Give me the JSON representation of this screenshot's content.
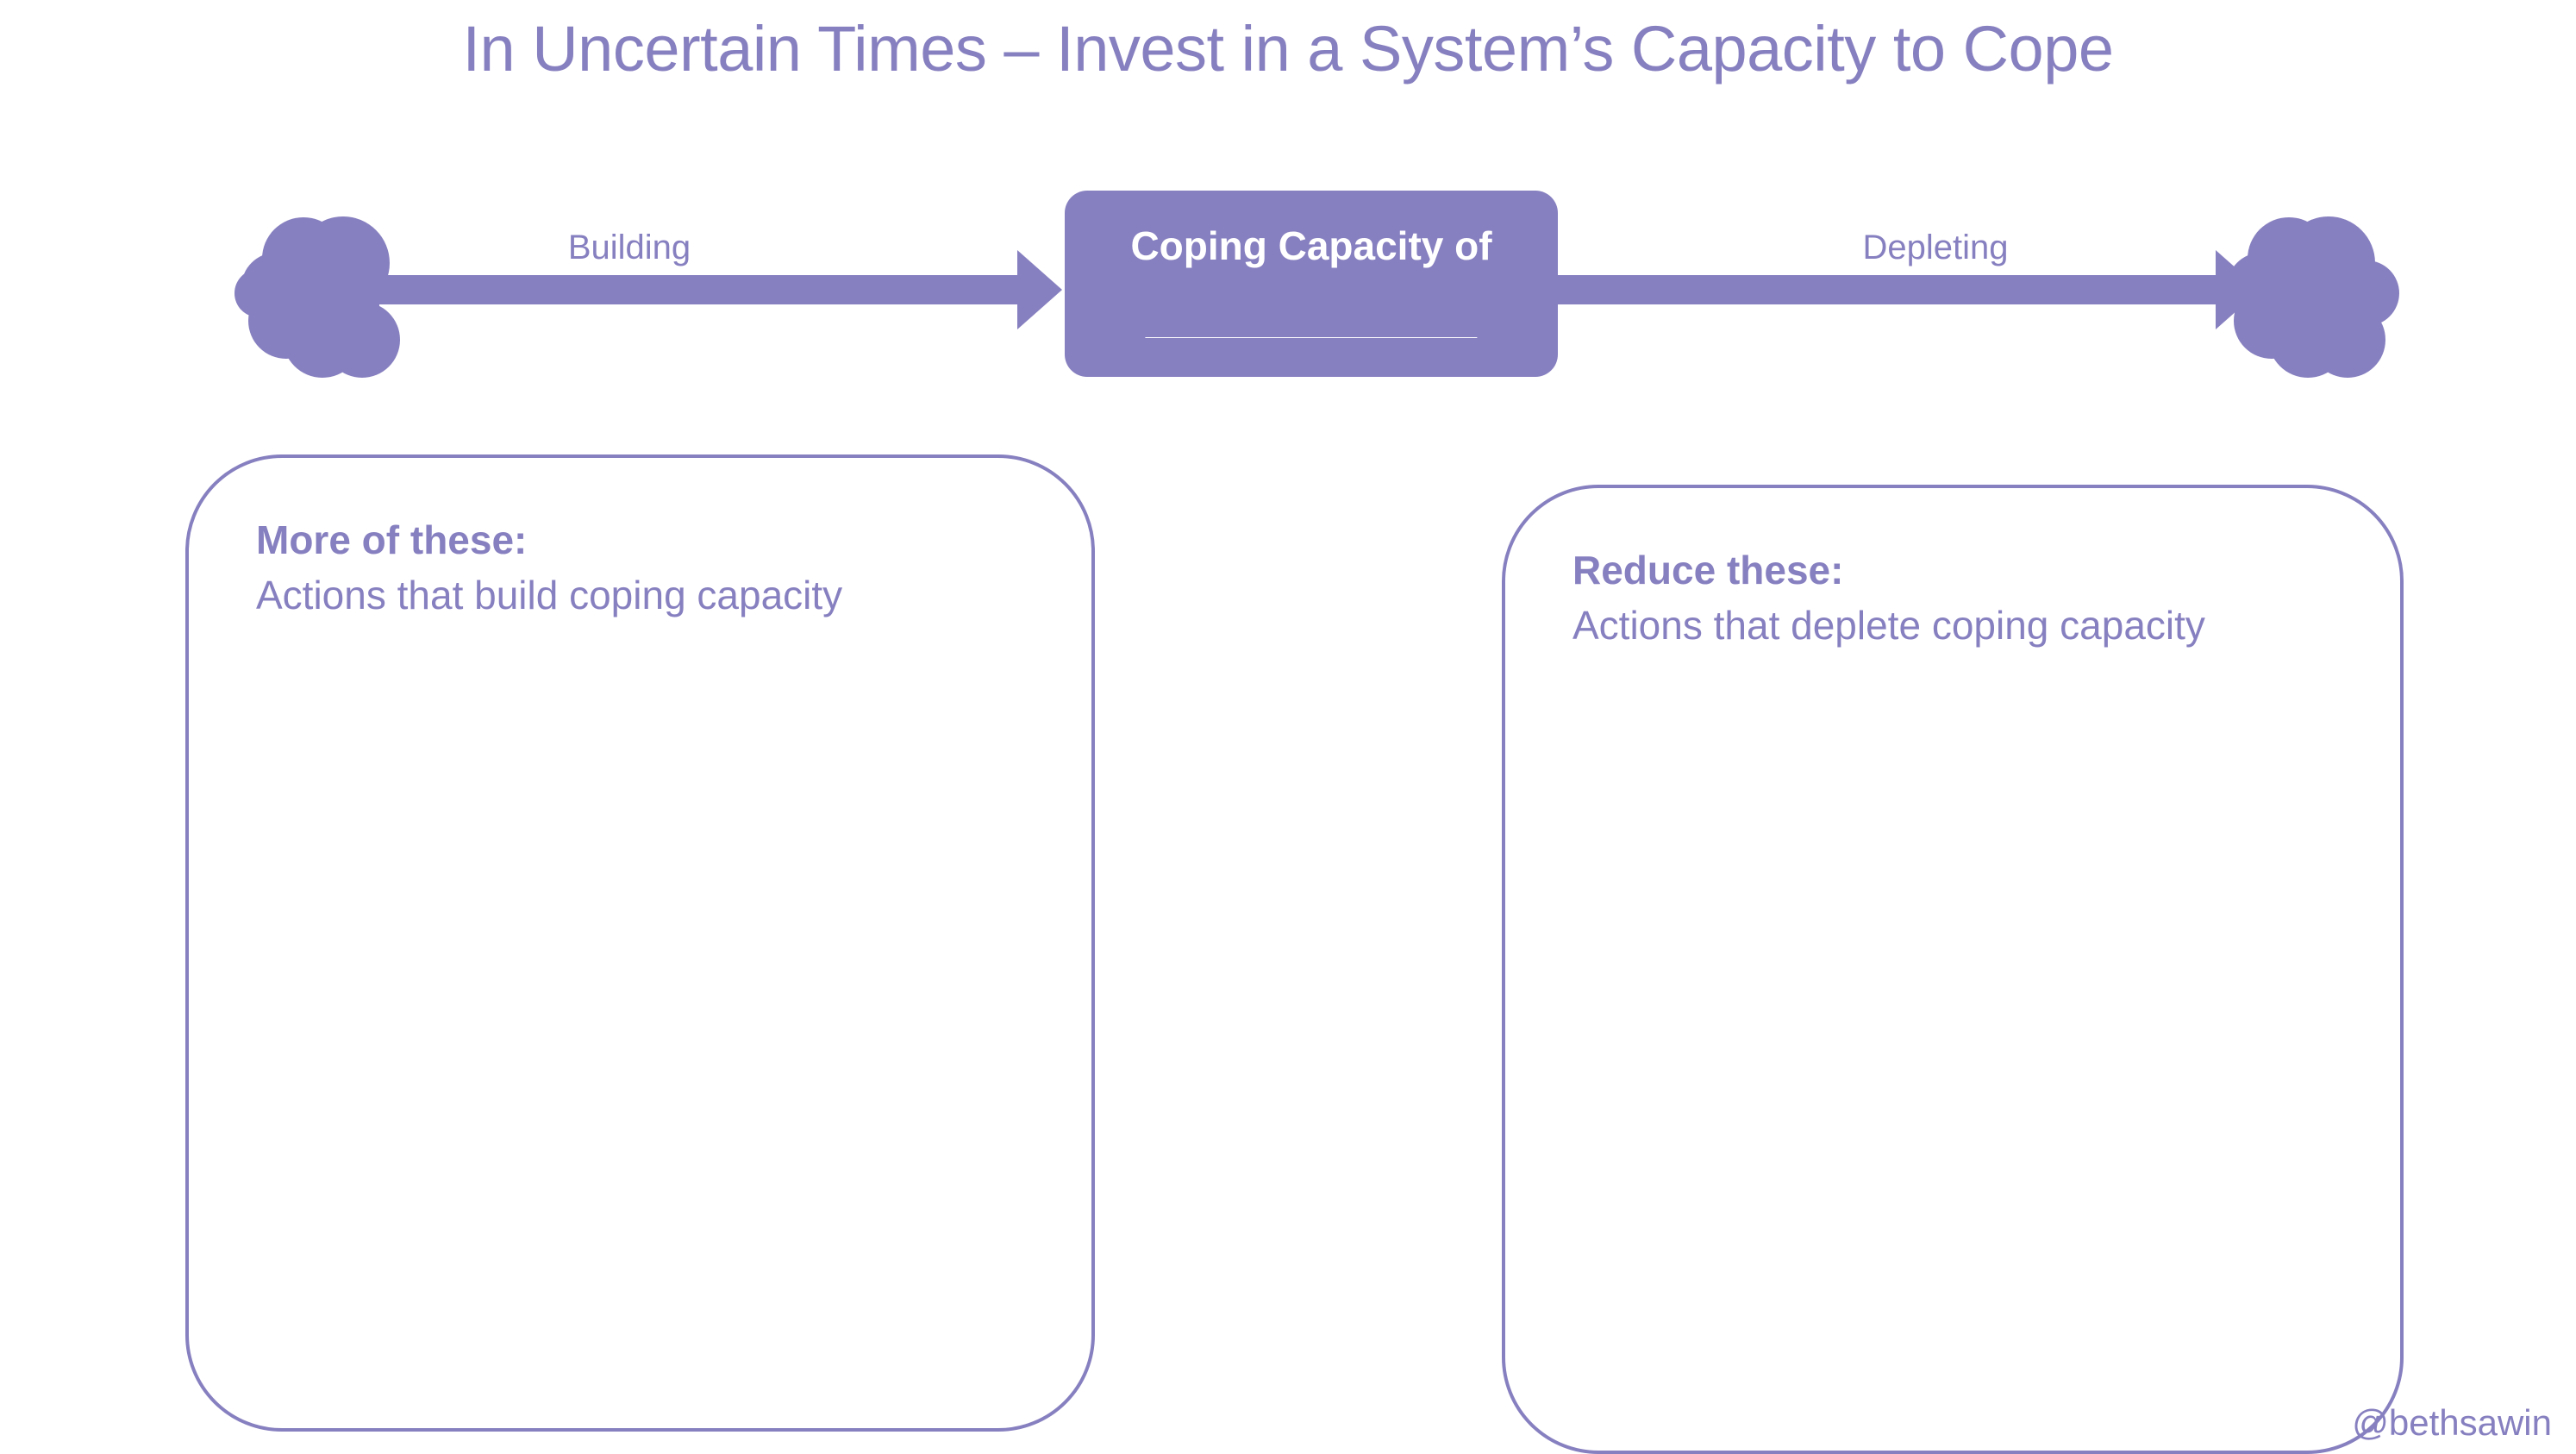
{
  "slide": {
    "title": "In Uncertain Times – Invest in a System’s Capacity to Cope",
    "background_color": "#FFFFFF",
    "accent_color": "#8780C0",
    "text_on_accent_color": "#FFFFFF"
  },
  "flow": {
    "inflow": {
      "label": "Building",
      "source_icon": "cloud-icon",
      "arrow_icon": "arrow-right-icon",
      "direction": "right"
    },
    "stock": {
      "title": "Coping Capacity of",
      "blank_line": "_______________"
    },
    "outflow": {
      "label": "Depleting",
      "sink_icon": "cloud-icon",
      "arrow_icon": "arrow-right-icon",
      "direction": "right"
    }
  },
  "panels": [
    {
      "id": "build",
      "heading": "More of these:",
      "subheading": "Actions that build coping capacity",
      "body": ""
    },
    {
      "id": "deplete",
      "heading": "Reduce these:",
      "subheading": "Actions that deplete coping capacity",
      "body": ""
    }
  ],
  "attribution": "@bethsawin"
}
